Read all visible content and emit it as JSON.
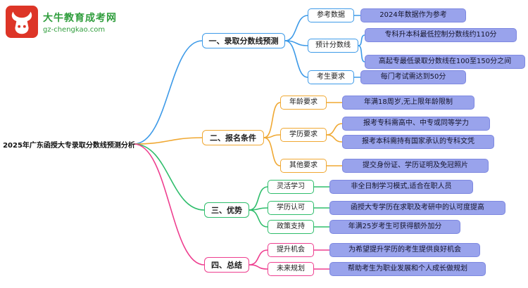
{
  "logo": {
    "site_name": "大牛教育成考网",
    "site_url": "gz-chengkao.com",
    "icon": "bull-icon"
  },
  "root_label": "2025年广东函授大专录取分数线预测分析",
  "colors": {
    "branch1": "#3D9AE8",
    "branch2": "#F0A832",
    "branch3": "#2EBD6B",
    "branch4": "#EE3E8F",
    "leaf_bg": "#99A3EC",
    "leaf_border": "#7D88E0",
    "logo_red": "#DD3527",
    "logo_green": "#2F9D3C"
  },
  "branches": [
    {
      "label": "一、录取分数线预测",
      "subtopics": [
        {
          "label": "参考数据",
          "leaves": [
            "2024年数据作为参考"
          ]
        },
        {
          "label": "预计分数线",
          "leaves": [
            "专科升本科最低控制分数线约110分",
            "高起专最低录取分数线在100至150分之间"
          ]
        },
        {
          "label": "考生要求",
          "leaves": [
            "每门考试需达到50分"
          ]
        }
      ]
    },
    {
      "label": "二、报名条件",
      "subtopics": [
        {
          "label": "年龄要求",
          "leaves": [
            "年满18周岁,无上限年龄限制"
          ]
        },
        {
          "label": "学历要求",
          "leaves": [
            "报考专科需高中、中专或同等学力",
            "报考本科需持有国家承认的专科文凭"
          ]
        },
        {
          "label": "其他要求",
          "leaves": [
            "提交身份证、学历证明及免冠照片"
          ]
        }
      ]
    },
    {
      "label": "三、优势",
      "subtopics": [
        {
          "label": "灵活学习",
          "leaves": [
            "非全日制学习模式,适合在职人员"
          ]
        },
        {
          "label": "学历认可",
          "leaves": [
            "函授大专学历在求职及考研中的认可度提高"
          ]
        },
        {
          "label": "政策支持",
          "leaves": [
            "年满25岁考生可获得额外加分"
          ]
        }
      ]
    },
    {
      "label": "四、总结",
      "subtopics": [
        {
          "label": "提升机会",
          "leaves": [
            "为希望提升学历的考生提供良好机会"
          ]
        },
        {
          "label": "未来规划",
          "leaves": [
            "帮助考生为职业发展和个人成长做规划"
          ]
        }
      ]
    }
  ]
}
